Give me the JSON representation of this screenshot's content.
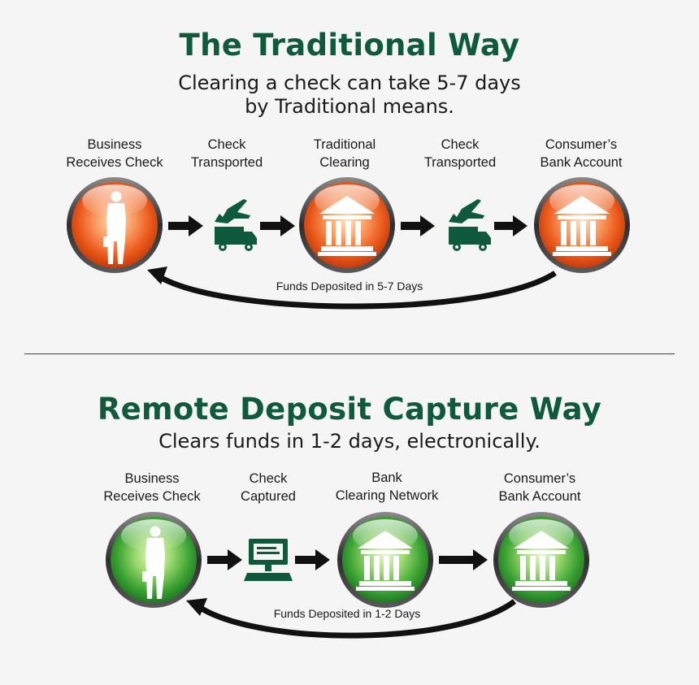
{
  "traditional": {
    "title": "The Traditional Way",
    "subtitle_line1": "Clearing a check can take 5-7 days",
    "subtitle_line2": "by Traditional means.",
    "steps": [
      {
        "line1": "Business",
        "line2": "Receives Check",
        "icon": "businessman-icon"
      },
      {
        "line1": "Check",
        "line2": "Transported",
        "icon": "plane-truck-icon"
      },
      {
        "line1": "Traditional",
        "line2": "Clearing",
        "icon": "bank-icon"
      },
      {
        "line1": "Check",
        "line2": "Transported",
        "icon": "plane-truck-icon"
      },
      {
        "line1": "Consumer’s",
        "line2": "Bank Account",
        "icon": "bank-icon"
      }
    ],
    "return_caption": "Funds Deposited in 5-7 Days",
    "accent": "#e9561c"
  },
  "rdc": {
    "title": "Remote Deposit Capture Way",
    "subtitle": "Clears funds in 1-2 days, electronically.",
    "steps": [
      {
        "line1": "Business",
        "line2": "Receives Check",
        "icon": "businessman-icon"
      },
      {
        "line1": "Check",
        "line2": "Captured",
        "icon": "computer-scanner-icon"
      },
      {
        "line1": "Bank",
        "line2": "Clearing Network",
        "icon": "bank-icon"
      },
      {
        "line1": "Consumer’s",
        "line2": "Bank Account",
        "icon": "bank-icon"
      }
    ],
    "return_caption": "Funds Deposited in 1-2 Days",
    "accent": "#2e9a3a"
  },
  "colors": {
    "title_green": "#0f5a3c",
    "icon_green": "#0f5a3c",
    "orange_light": "#fbb487",
    "orange_dark": "#e14a12",
    "green_light": "#b6e38a",
    "green_dark": "#2e8f2a"
  }
}
